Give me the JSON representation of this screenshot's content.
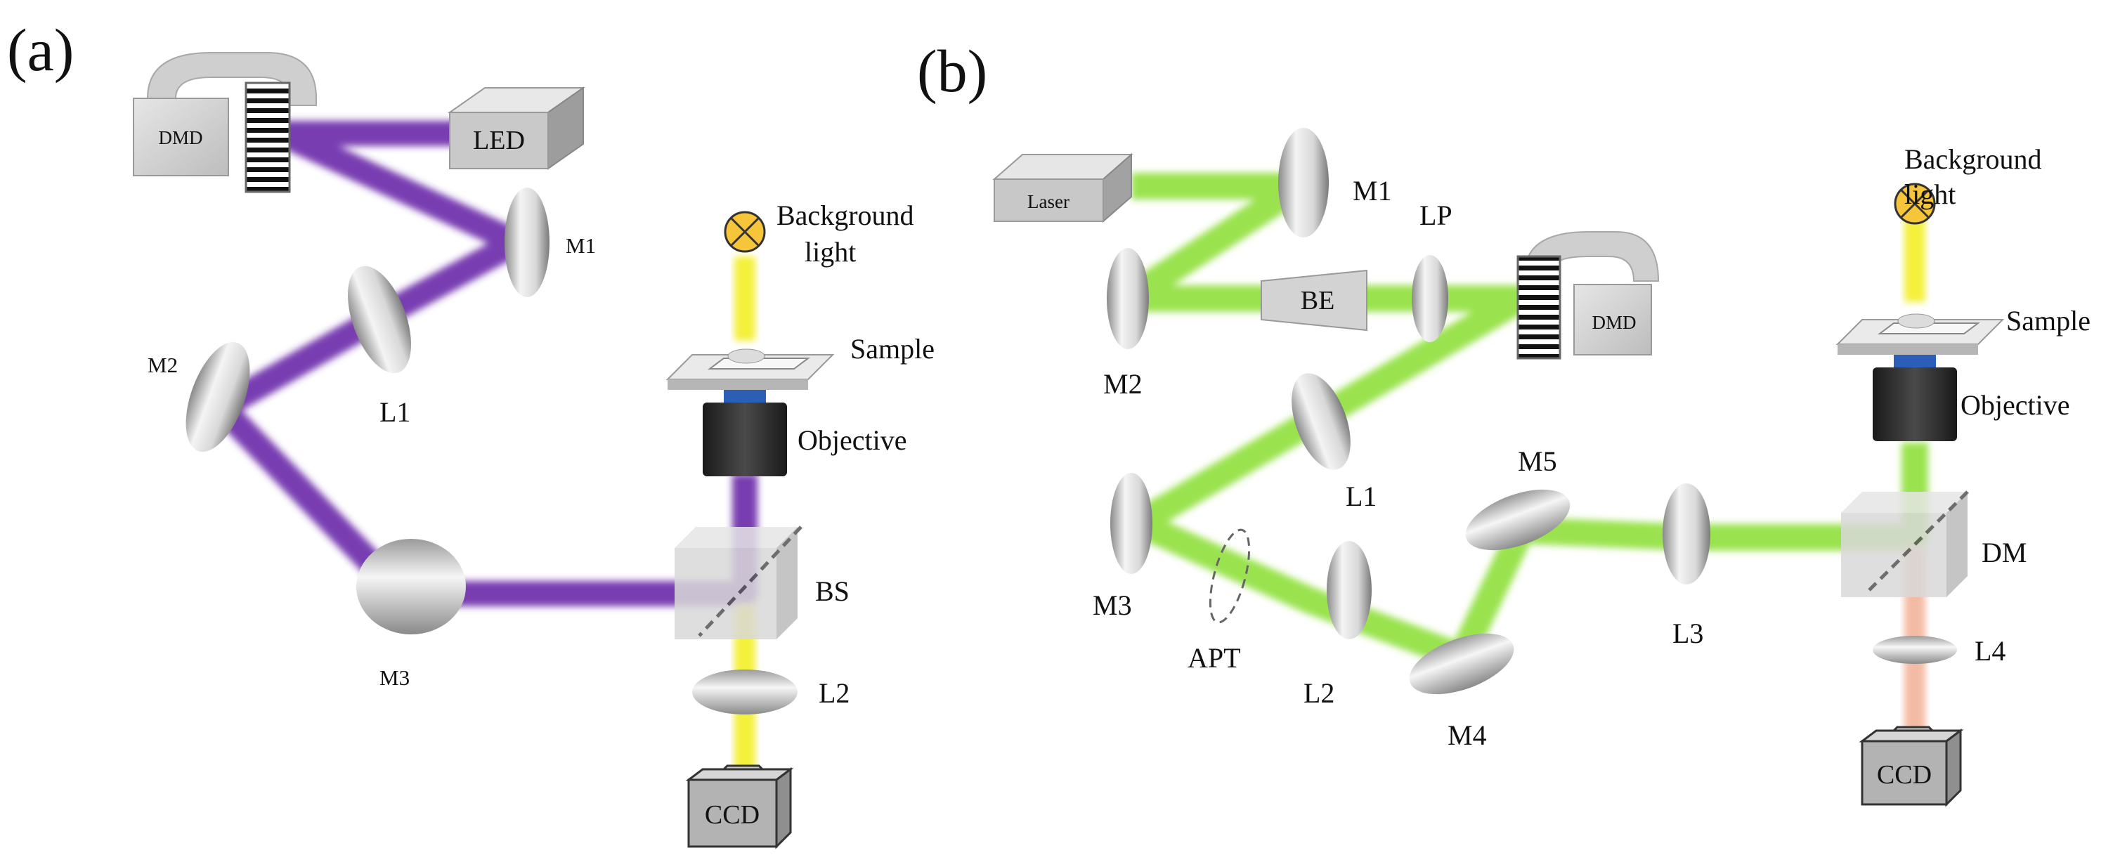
{
  "panel_a": {
    "tag": "(a)",
    "labels": {
      "dmd": "DMD",
      "led": "LED",
      "m1": "M1",
      "m2": "M2",
      "m3": "M3",
      "l1": "L1",
      "l2": "L2",
      "bs": "BS",
      "sample": "Sample",
      "objective": "Objective",
      "background_line1": "Background",
      "background_line2": "light",
      "ccd": "CCD"
    }
  },
  "panel_b": {
    "tag": "(b)",
    "labels": {
      "laser": "Laser",
      "m1": "M1",
      "m2": "M2",
      "m3": "M3",
      "m4": "M4",
      "m5": "M5",
      "lp": "LP",
      "be": "BE",
      "dmd": "DMD",
      "l1": "L1",
      "l2": "L2",
      "l3": "L3",
      "l4": "L4",
      "apt": "APT",
      "dm": "DM",
      "sample": "Sample",
      "objective": "Objective",
      "background_line1": "Background",
      "background_line2": "light",
      "ccd": "CCD"
    }
  },
  "colors": {
    "violet_beam": "#6a2aa8",
    "green_beam": "#8fe03a",
    "yellow_beam": "#f4f03a",
    "orange_beam": "#f2b49a",
    "lamp": "#f7c53a"
  }
}
